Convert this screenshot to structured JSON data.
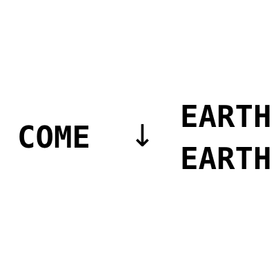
{
  "left_word": "COME",
  "arrow_symbol": "↓",
  "right_words": [
    "EARTH",
    "EARTH"
  ],
  "colors": {
    "text": "#000000",
    "background": "#ffffff"
  }
}
